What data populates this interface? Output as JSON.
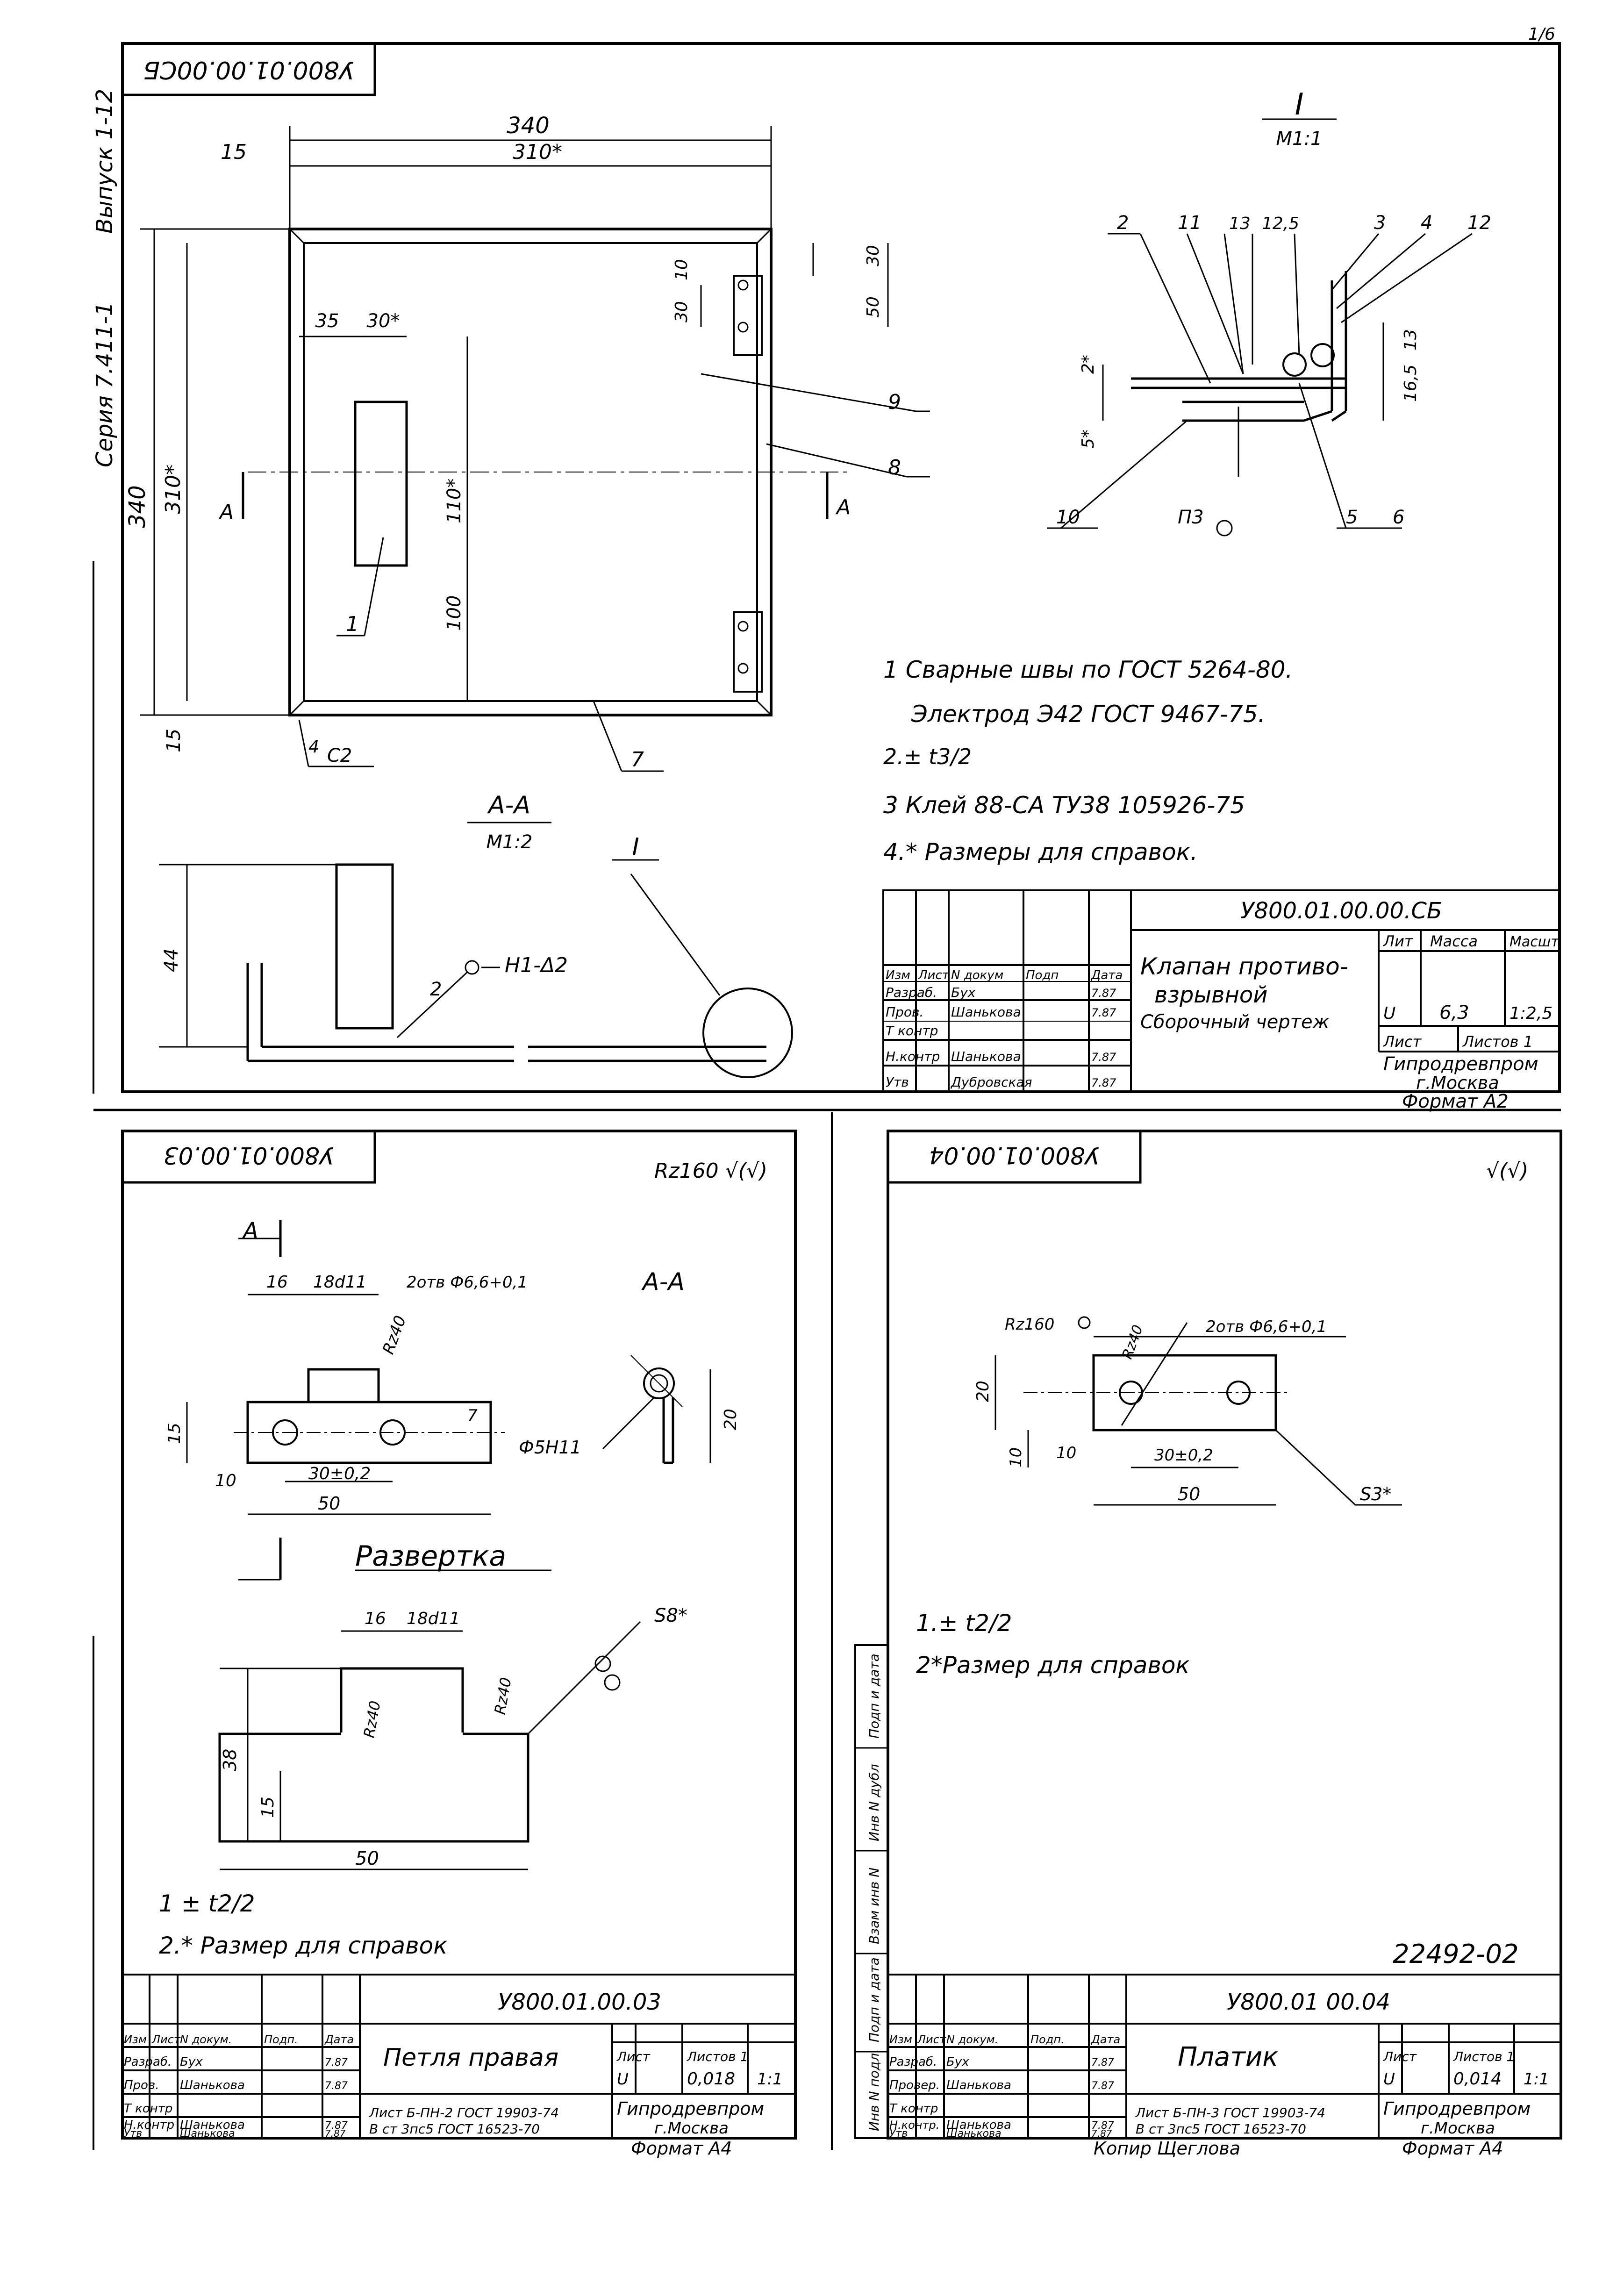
{
  "page_number": "1/6",
  "sheet1": {
    "stamp_code": "У800.01.00.00СБ",
    "series_side": "Серия 7.411-1",
    "issue_side": "Выпуск 1-12",
    "dims": {
      "d340_top": "340",
      "d310_top": "310*",
      "d15_top": "15",
      "d340_left": "340",
      "d310_left": "310*",
      "d15_left": "15",
      "d35": "35",
      "d30a": "30*",
      "d110": "110*",
      "d100": "100",
      "d10": "10",
      "d30b": "30",
      "d30c": "30",
      "d50": "50"
    },
    "positions": {
      "p1": "1",
      "p7": "7",
      "p8": "8",
      "p9": "9"
    },
    "weld_4": "4",
    "weld_c2": "С2",
    "section_A_left": "А",
    "section_A_right": "А",
    "section_title": "А-А",
    "section_scale": "М1:2",
    "section_dim_44": "44",
    "section_pos2": "2",
    "section_weld": "Н1-Δ2",
    "node_ref": "I",
    "node_title": "I",
    "node_scale": "М1:1",
    "node_callouts": [
      "2",
      "11",
      "13",
      "12,5",
      "3",
      "4",
      "12"
    ],
    "node_dims": {
      "d2": "2*",
      "d5": "5*",
      "d13": "13",
      "d165": "16,5"
    },
    "node_bottom": {
      "p10": "10",
      "p3": "П3",
      "p5": "5",
      "p6": "6"
    },
    "notes": [
      "1 Сварные швы по ГОСТ 5264-80.",
      "Электрод Э42 ГОСТ 9467-75.",
      "2.±  t3/2",
      "3 Клей 88-СА ТУ38 105926-75",
      "4.* Размеры для справок."
    ],
    "title_block": {
      "code": "У800.01.00.00.СБ",
      "name": [
        "Клапан противо-",
        "взрывной",
        "Сборочный чертеж"
      ],
      "headers": [
        "Изм",
        "Лист",
        "N докум",
        "Подп",
        "Дата"
      ],
      "roles": [
        "Разраб.",
        "Пров.",
        "Т контр",
        "Н.контр",
        "Утв"
      ],
      "people": [
        "Бух",
        "Шанькова",
        "",
        "Шанькова",
        "Дубровская"
      ],
      "dates": [
        "7.87",
        "7.87",
        "",
        "7.87",
        "7.87"
      ],
      "lit_label": "Лит",
      "mass_label": "Масса",
      "scale_label": "Масшт",
      "lit": "U",
      "mass": "6,3",
      "scale": "1:2,5",
      "sheet_label": "Лист",
      "sheets_label": "Листов 1",
      "org": "Гипродревпром",
      "city": "г.Москва"
    },
    "format": "Формат А2"
  },
  "sheet2": {
    "stamp_code": "У800.01.00.03",
    "roughness": "Rz160 √(√)",
    "section_A": "А",
    "section_title": "А-А",
    "dims": {
      "d16": "16",
      "d18": "18d11",
      "holes": "2отв Ф6,6+0,1",
      "rz40": "Rz40",
      "d15": "15",
      "d7": "7",
      "d10": "10",
      "d30": "30±0,2",
      "d50": "50",
      "d20": "20",
      "phi5": "Ф5Н11"
    },
    "development_title": "Развертка",
    "dev_dims": {
      "d16": "16",
      "d18": "18d11",
      "s8": "S8*",
      "d38": "38",
      "d15": "15",
      "d50": "50",
      "rz40a": "Rz40",
      "rz40b": "Rz40"
    },
    "notes": [
      "1  ± t2/2",
      "2.* Размер для справок"
    ],
    "title_block": {
      "code": "У800.01.00.03",
      "name": "Петля правая",
      "headers": [
        "Изм",
        "Лист",
        "N докум.",
        "Подп.",
        "Дата"
      ],
      "roles": [
        "Разраб.",
        "Пров.",
        "Т контр",
        "Н.контр",
        "Утв"
      ],
      "people": [
        "Бух",
        "Шанькова",
        "",
        "Шанькова",
        "Шанькова"
      ],
      "dates": [
        "7.87",
        "7.87",
        "",
        "7.87",
        "7.87"
      ],
      "lit": "U",
      "mass": "0,018",
      "scale": "1:1",
      "material": [
        "Лист Б-ПН-2 ГОСТ 19903-74",
        "В ст 3пс5 ГОСТ 16523-70"
      ],
      "sheet_label": "Лист",
      "sheets_label": "Листов 1",
      "org": "Гипродревпром",
      "city": "г.Москва"
    },
    "format": "Формат А4"
  },
  "sheet3": {
    "stamp_code": "У800.01.00.04",
    "roughness": "√(√)",
    "dims": {
      "holes": "2отв Ф6,6+0,1",
      "rz160": "Rz160",
      "rz40": "Rz40",
      "d20": "20",
      "d10a": "10",
      "d10b": "10",
      "d30": "30±0,2",
      "d50": "50",
      "s3": "S3*"
    },
    "notes": [
      "1.± t2/2",
      "2*Размер для справок"
    ],
    "inventory": "22492-02",
    "title_block": {
      "code": "У800.01 00.04",
      "name": "Платик",
      "headers": [
        "Изм",
        "Лист",
        "N докум.",
        "Подп.",
        "Дата"
      ],
      "roles": [
        "Разраб.",
        "Провер.",
        "Т контр",
        "Н.контр.",
        "Утв"
      ],
      "people": [
        "Бух",
        "Шанькова",
        "",
        "Шанькова",
        "Шанькова"
      ],
      "dates": [
        "7.87",
        "7.87",
        "",
        "7.87",
        "7.87"
      ],
      "lit": "U",
      "mass": "0,014",
      "scale": "1:1",
      "material": [
        "Лист Б-ПН-3 ГОСТ 19903-74",
        "В ст 3пс5 ГОСТ 16523-70"
      ],
      "sheet_label": "Лист",
      "sheets_label": "Листов 1",
      "org": "Гипродревпром",
      "city": "г.Москва"
    },
    "format": "Формат А4",
    "copied": "Копир  Щеглова"
  },
  "margin_stamps": [
    "Инв N подл.",
    "Подп и дата",
    "Взам инв N",
    "Инв N дубл",
    "Подп и дата"
  ]
}
